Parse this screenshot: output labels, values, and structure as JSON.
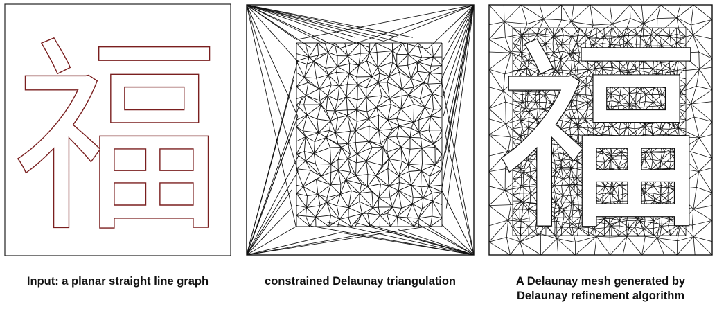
{
  "glyph": "福",
  "panels": [
    {
      "id": "input-pslg",
      "caption_lines": [
        "Input: a planar straight line graph"
      ]
    },
    {
      "id": "constrained-delaunay",
      "caption_lines": [
        "constrained Delaunay triangulation"
      ]
    },
    {
      "id": "delaunay-refinement",
      "caption_lines": [
        "A Delaunay mesh generated by",
        "Delaunay refinement algorithm"
      ]
    }
  ],
  "colors": {
    "frame": "#222222",
    "glyph_outline": "#7a1f1f",
    "mesh": "#111111"
  }
}
